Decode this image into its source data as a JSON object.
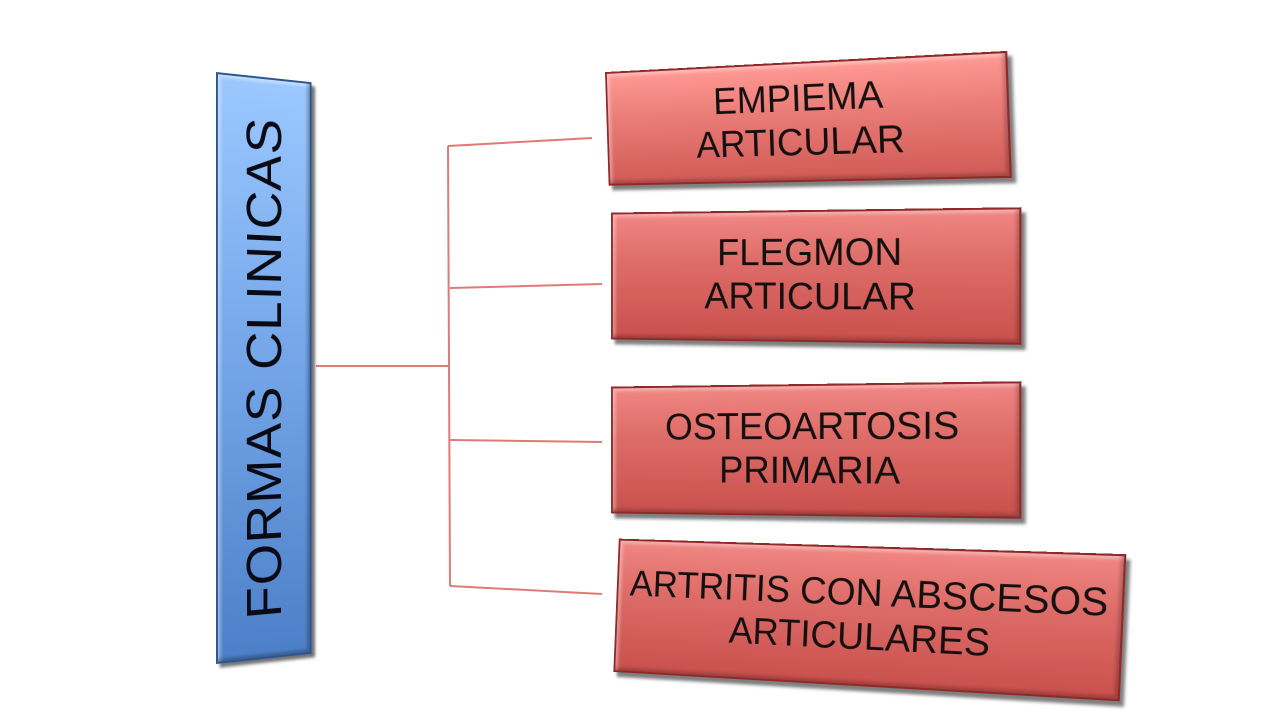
{
  "root": {
    "label": "FORMAS CLINICAS",
    "color": "#76a8ea"
  },
  "branches": [
    {
      "line1": "EMPIEMA",
      "line2": "ARTICULAR"
    },
    {
      "line1": "FLEGMON",
      "line2": "ARTICULAR"
    },
    {
      "line1": "OSTEOARTOSIS",
      "line2": "PRIMARIA"
    },
    {
      "line1": "ARTRITIS CON ABSCESOS",
      "line2": "ARTICULARES"
    }
  ],
  "colors": {
    "branch_fill": "#dd6c68",
    "connector": "#e07a76"
  }
}
